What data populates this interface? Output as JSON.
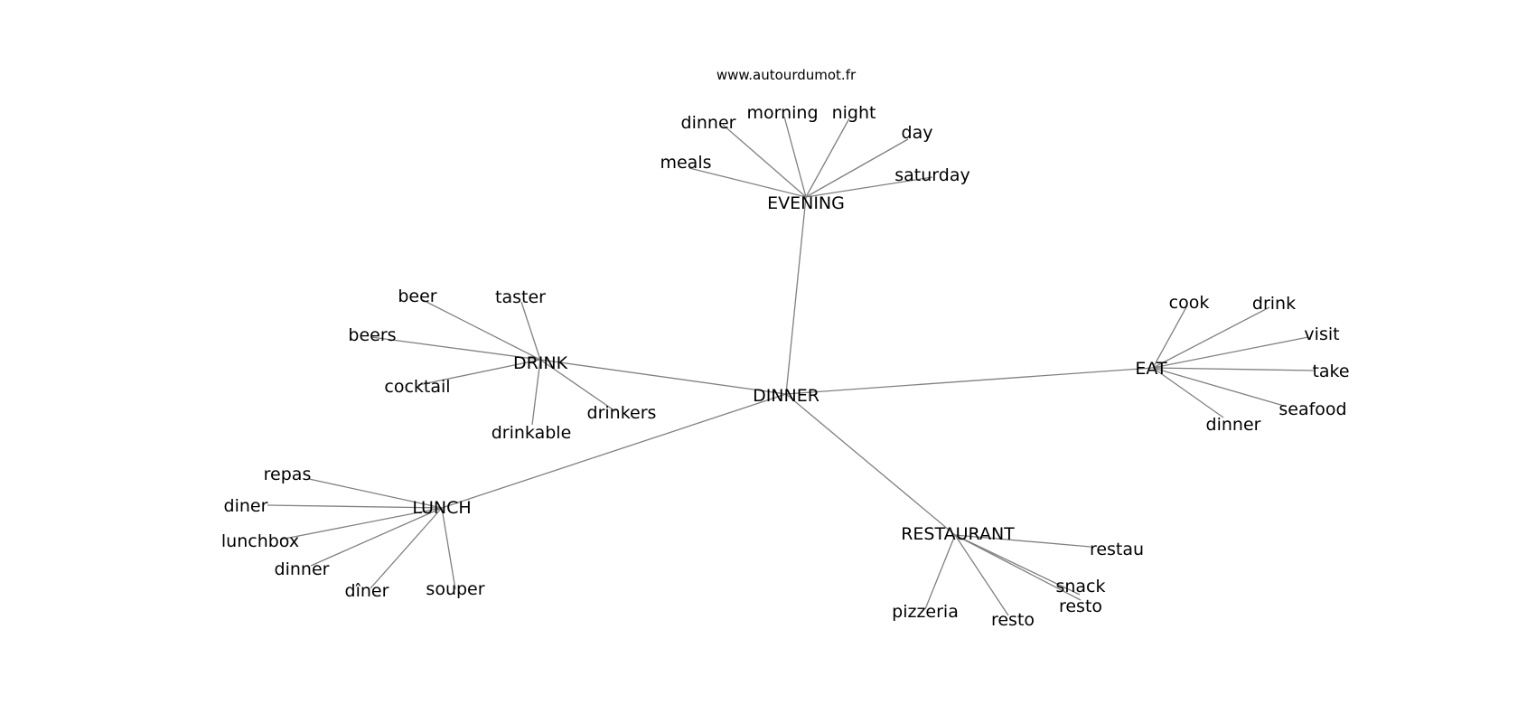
{
  "watermark": "www.autourdumot.fr",
  "graph": {
    "center": "DINNER",
    "clusters": [
      {
        "hub": "EVENING",
        "words": [
          "dinner",
          "morning",
          "night",
          "day",
          "meals",
          "saturday"
        ]
      },
      {
        "hub": "DRINK",
        "words": [
          "beer",
          "taster",
          "beers",
          "cocktail",
          "drinkable",
          "drinkers"
        ]
      },
      {
        "hub": "EAT",
        "words": [
          "cook",
          "drink",
          "visit",
          "take",
          "seafood",
          "dinner"
        ]
      },
      {
        "hub": "LUNCH",
        "words": [
          "repas",
          "diner",
          "lunchbox",
          "dinner",
          "dîner",
          "souper"
        ]
      },
      {
        "hub": "RESTAURANT",
        "words": [
          "restau",
          "snack",
          "resto",
          "resto",
          "pizzeria"
        ]
      }
    ]
  }
}
